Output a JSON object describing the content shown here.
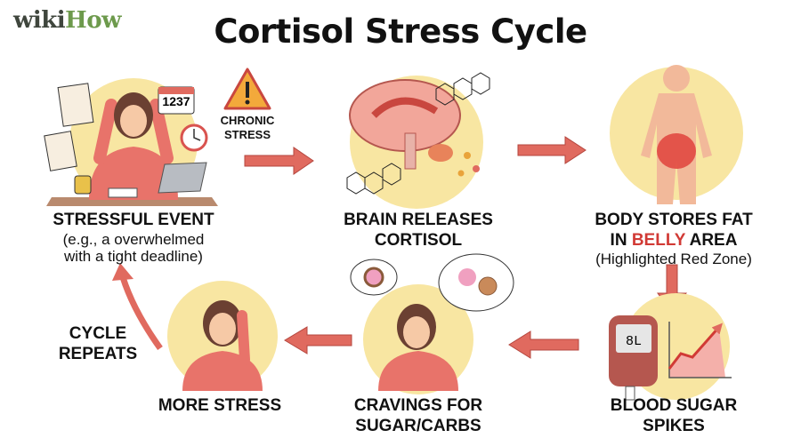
{
  "logo": {
    "part1": "wiki",
    "part2": "How"
  },
  "title": "Cortisol Stress Cycle",
  "chronic_stress": {
    "line1": "CHRONIC",
    "line2": "STRESS"
  },
  "steps": [
    {
      "line1": "STRESSFUL EVENT",
      "sub1": "(e.g., a overwhelmed",
      "sub2": "with a tight deadline)"
    },
    {
      "line1": "BRAIN RELEASES",
      "line2": "CORTISOL"
    },
    {
      "line1": "BODY STORES FAT",
      "line2_pre": "IN",
      "line2_highlight": "BELLY",
      "line2_post": "AREA",
      "sub1": "(Highlighted Red Zone)"
    },
    {
      "line1": "BLOOD SUGAR",
      "line2": "SPIKES"
    },
    {
      "line1": "CRAVINGS FOR",
      "line2": "SUGAR/CARBS"
    },
    {
      "line1": "MORE STRESS"
    }
  ],
  "cycle_repeats": {
    "line1": "CYCLE",
    "line2": "REPEATS"
  },
  "calendar_number": "1237",
  "meter_reading": "8L",
  "colors": {
    "accent": "#e06a5f",
    "circle": "#f8e6a2",
    "highlight": "#d13a35",
    "logo_green": "#6d9a4c"
  }
}
